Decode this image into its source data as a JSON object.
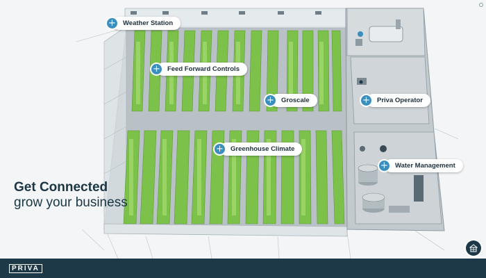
{
  "hotspots": [
    {
      "id": "weather-station",
      "label": "Weather Station"
    },
    {
      "id": "feed-forward-controls",
      "label": "Feed Forward Controls"
    },
    {
      "id": "groscale",
      "label": "Groscale"
    },
    {
      "id": "priva-operator",
      "label": "Priva Operator"
    },
    {
      "id": "greenhouse-climate",
      "label": "Greenhouse Climate"
    },
    {
      "id": "water-management",
      "label": "Water Management"
    }
  ],
  "headline": {
    "line1": "Get Connected",
    "line2": "grow your business"
  },
  "footer": {
    "logo_text": "PRIVA"
  },
  "icons": {
    "hotspot": "plus-icon",
    "corner": "circle-icon",
    "building": "building-icon"
  },
  "colors": {
    "footer": "#1d3947",
    "accent": "#3a8fbf",
    "crop": "#7cc24a",
    "headline": "#1a3645"
  }
}
